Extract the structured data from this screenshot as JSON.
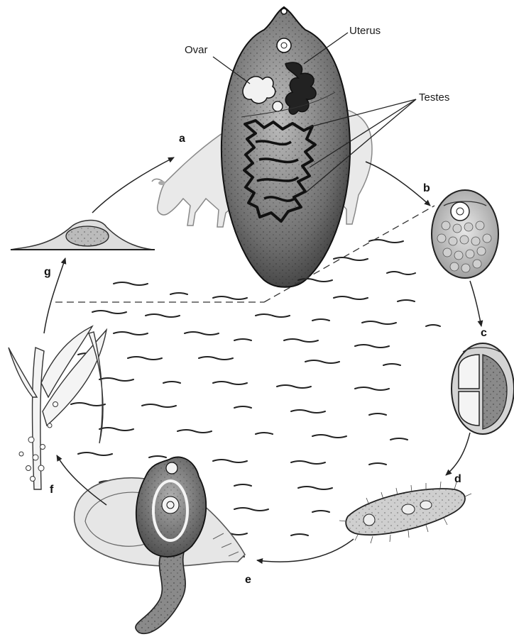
{
  "labels": {
    "ovar": "Ovar",
    "uterus": "Uterus",
    "testes": "Testes"
  },
  "stages": {
    "a": "a",
    "b": "b",
    "c": "c",
    "d": "d",
    "e": "e",
    "f": "f",
    "g": "g"
  },
  "colors": {
    "ink": "#1a1a1a",
    "fluke_body": "#6f6f6f",
    "egg_fill": "#d9d9d9",
    "snail_fill": "#e6e6e6",
    "background": "#ffffff"
  }
}
